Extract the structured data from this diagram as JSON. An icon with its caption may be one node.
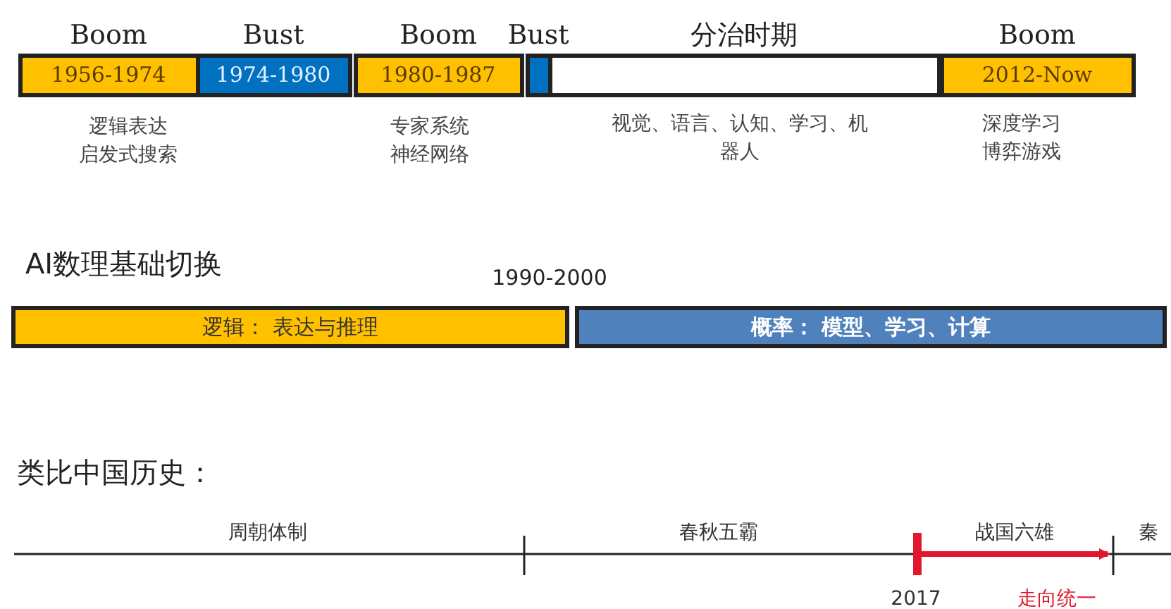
{
  "diagram": {
    "nodes": [
      {
        "text": [
          "Boom",
          "1956-1974"
        ],
        "beside": [
          "逻辑表达",
          "启发式搜索"
        ]
      },
      {
        "text": [
          "Bust",
          "1974-1980"
        ]
      },
      {
        "text": [
          "Boom",
          "1980-1987"
        ],
        "beside": [
          "专家系统",
          "神经网络"
        ]
      },
      {
        "text": [
          "Bust"
        ]
      },
      {
        "text": [
          "分治时期"
        ],
        "beside": [
          "视觉、语言、认知、学习、机器人"
        ]
      },
      {
        "text": [
          "Boom",
          "2012-Now"
        ],
        "beside": [
          "深度学习",
          "博弈游戏"
        ]
      },
      {
        "text": [
          "逻辑： 表达与推理"
        ]
      },
      {
        "text": [
          "概率： 模型、学习、计算"
        ]
      }
    ],
    "labels": [
      "AI数理基础切换",
      "1990-2000",
      "类比中国历史：",
      "周朝体制",
      "春秋五霸",
      "战国六雄",
      "秦",
      "2017",
      "走向统一"
    ]
  }
}
